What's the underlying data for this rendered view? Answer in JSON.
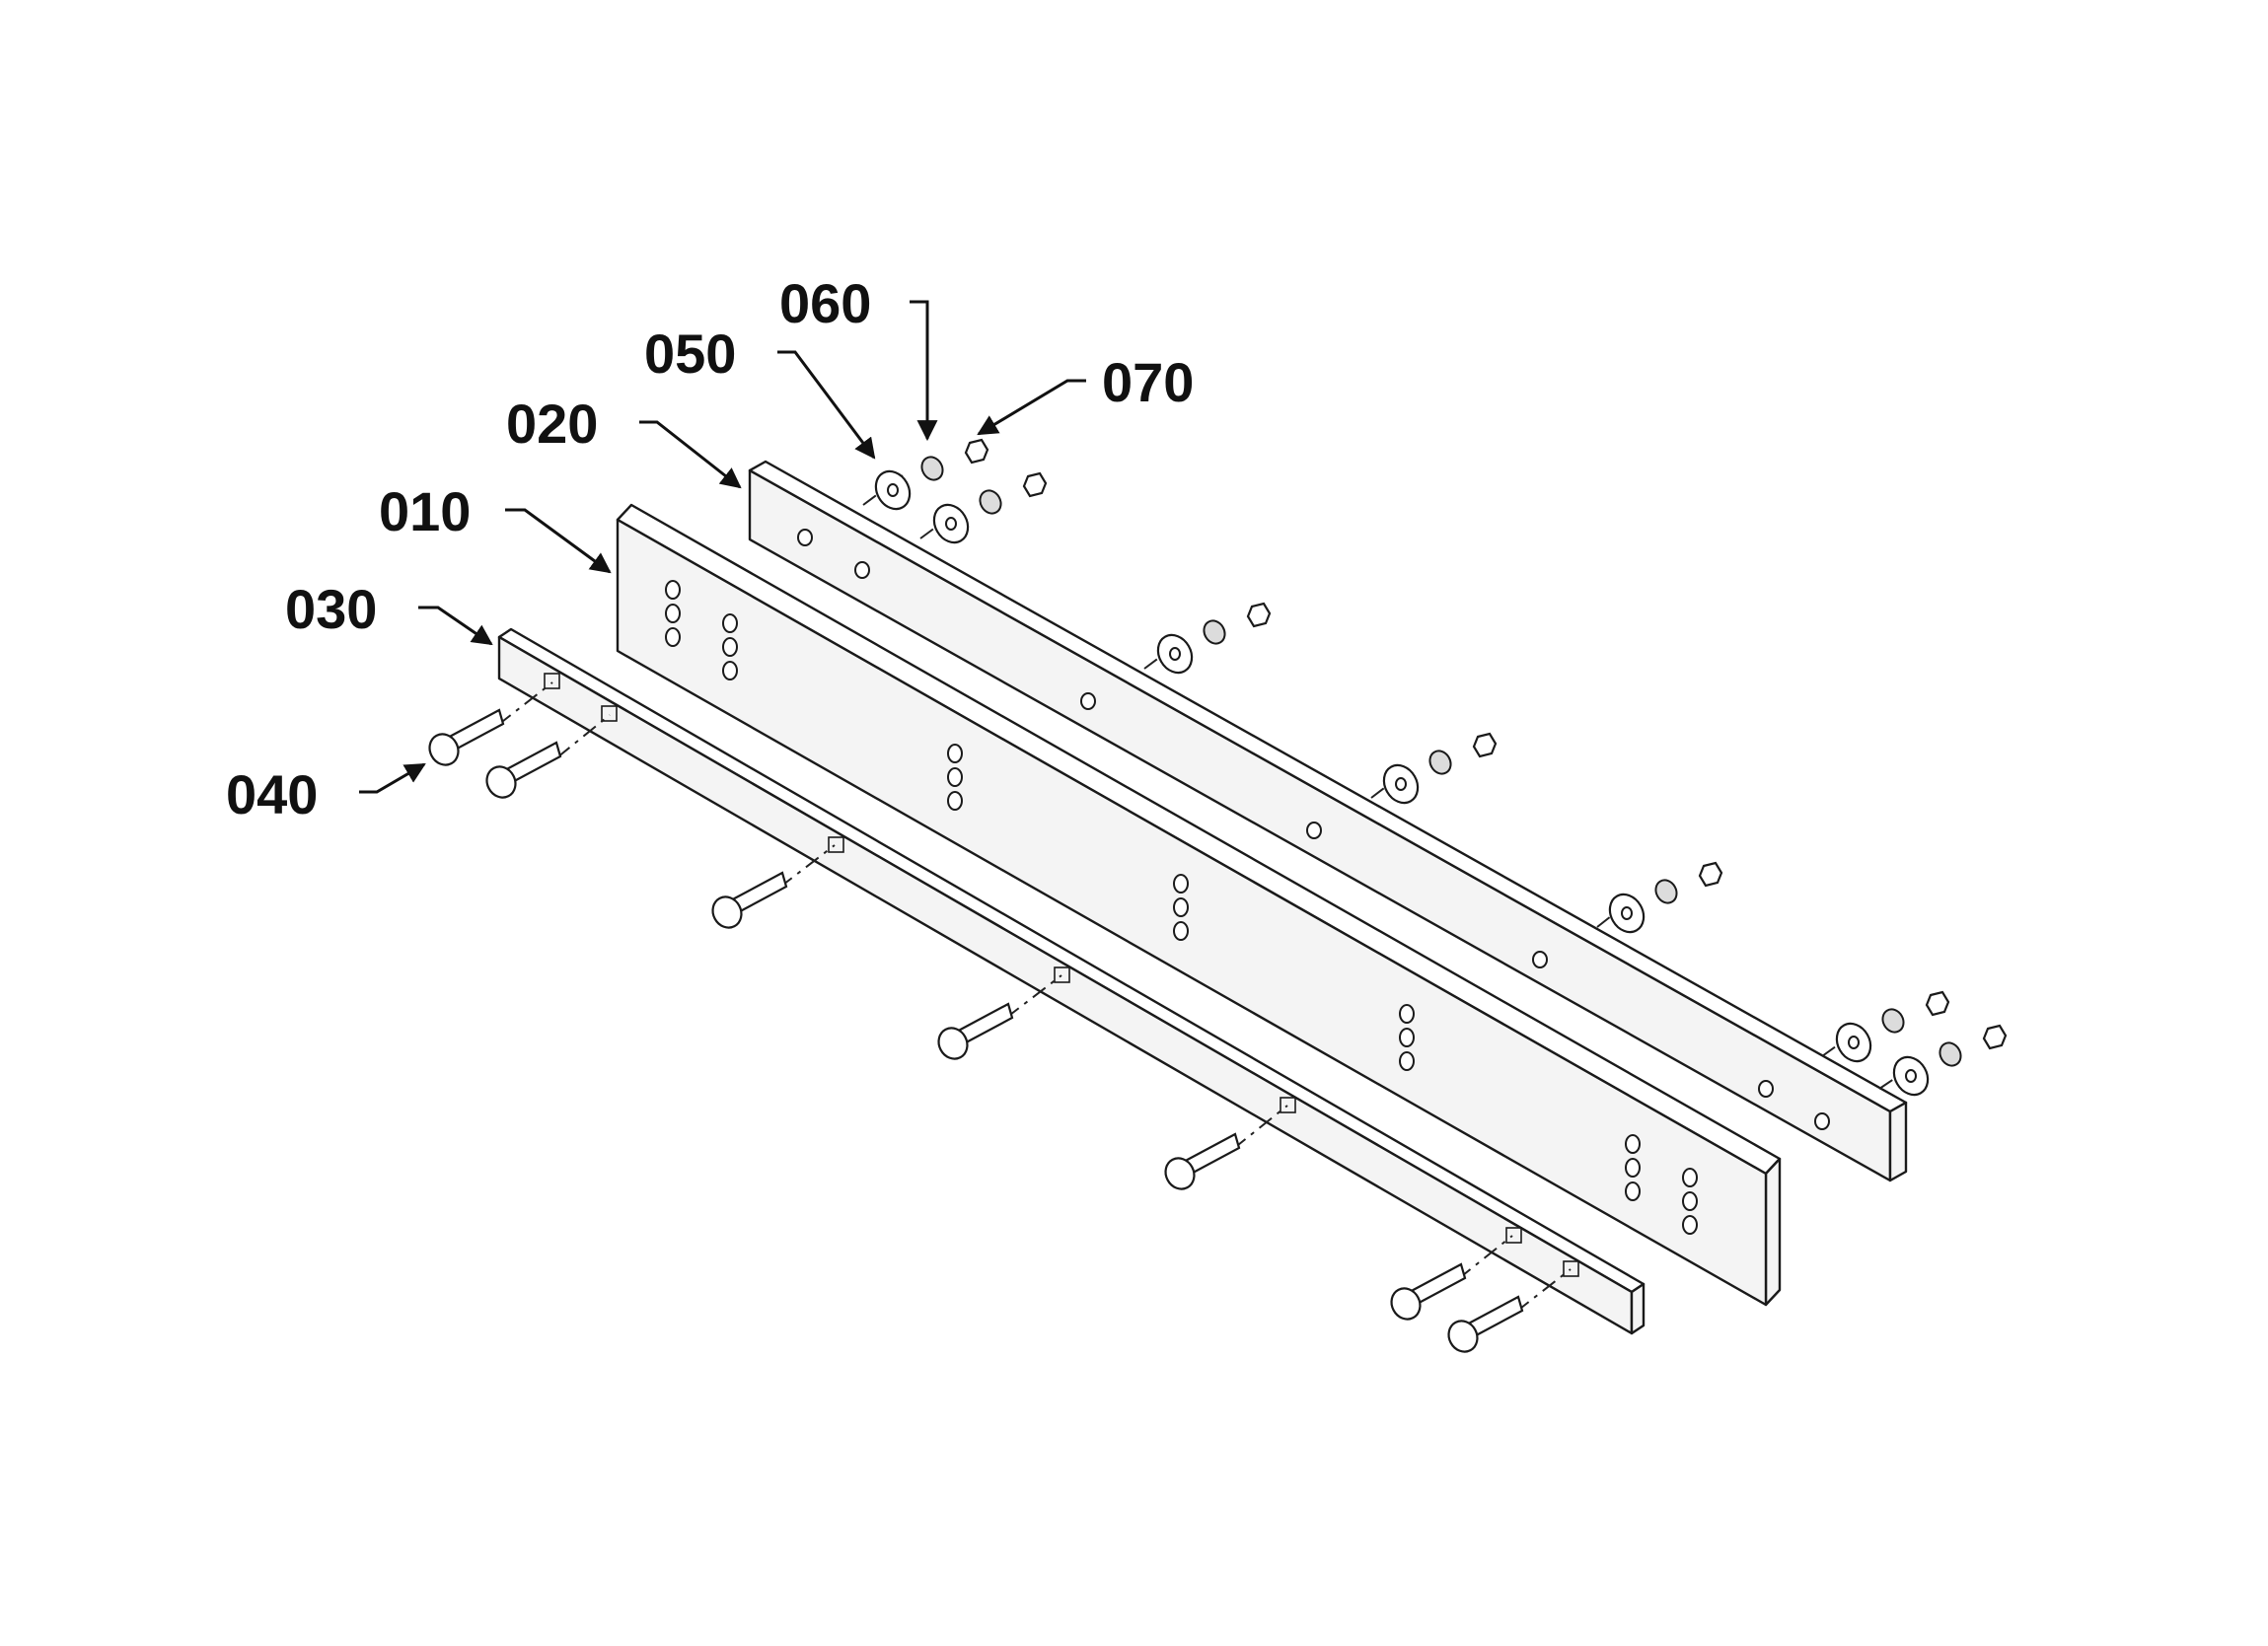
{
  "diagram": {
    "callouts": [
      {
        "id": "010",
        "label": "010"
      },
      {
        "id": "020",
        "label": "020"
      },
      {
        "id": "030",
        "label": "030"
      },
      {
        "id": "040",
        "label": "040"
      },
      {
        "id": "050",
        "label": "050"
      },
      {
        "id": "060",
        "label": "060"
      },
      {
        "id": "070",
        "label": "070"
      }
    ]
  }
}
